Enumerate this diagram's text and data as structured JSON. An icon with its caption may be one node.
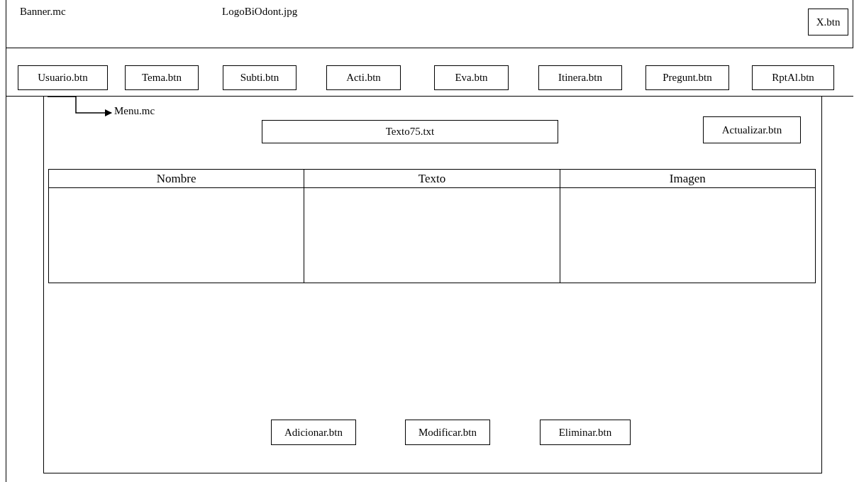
{
  "diagram": {
    "nodes": [
      {
        "text": [
          "Banner.mc",
          "LogoBiOdont.jpg"
        ]
      },
      {
        "text": [
          "X.btn"
        ],
        "in": 0
      },
      {
        "text": [],
        "shape": "bar"
      },
      {
        "text": [
          "Usuario.btn"
        ],
        "in": 2
      },
      {
        "text": [
          "Tema.btn"
        ],
        "in": 2
      },
      {
        "text": [
          "Subti.btn"
        ],
        "in": 2
      },
      {
        "text": [
          "Acti.btn"
        ],
        "in": 2
      },
      {
        "text": [
          "Eva.btn"
        ],
        "in": 2
      },
      {
        "text": [
          "Itinera.btn"
        ],
        "in": 2
      },
      {
        "text": [
          "Pregunt.btn"
        ],
        "in": 2
      },
      {
        "text": [
          "RptAl.btn"
        ],
        "in": 2
      },
      {
        "text": [
          "Menu.mc"
        ],
        "in": 12
      },
      {
        "text": [],
        "shape": "box"
      },
      {
        "text": [
          "Texto75.txt"
        ],
        "in": 12
      },
      {
        "text": [
          "Actualizar.btn"
        ],
        "in": 12
      },
      {
        "text": [
          "Adicionar.btn"
        ],
        "in": 12
      },
      {
        "text": [
          "Modificar.btn"
        ],
        "in": 12
      },
      {
        "text": [
          "Eliminar.btn"
        ],
        "in": 12
      }
    ],
    "edges": [
      {
        "from": 2,
        "to": 11,
        "arrow": "to"
      }
    ],
    "labels": [
      "Nombre",
      "Texto",
      "Imagen"
    ]
  }
}
